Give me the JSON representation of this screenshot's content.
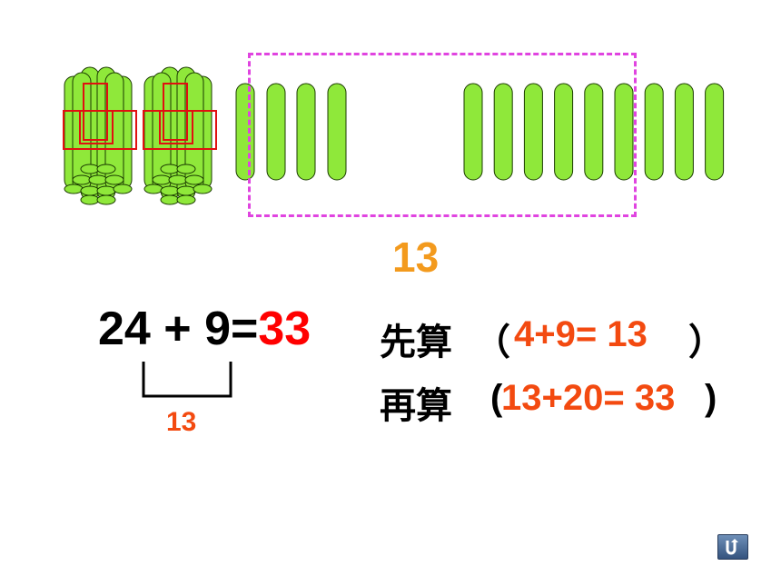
{
  "counting_sticks": {
    "bundles_of_ten": 2,
    "loose_sticks_left": 4,
    "loose_sticks_right": 9,
    "stick_color": "#8fe83a",
    "tie_color": "#e01010",
    "highlight_box_color": "#e044e0"
  },
  "group_label": "13",
  "equation": {
    "left": "24 + 9=",
    "result": "33",
    "bracket_label": "13"
  },
  "steps": {
    "first": {
      "label": "先算",
      "open": "（",
      "value": "4+9= 13",
      "close": "）"
    },
    "then": {
      "label": "再算",
      "open": "(",
      "value": "13+20= 33",
      "close": ")"
    }
  },
  "nav": {
    "back_icon": "return-arrow-icon"
  }
}
